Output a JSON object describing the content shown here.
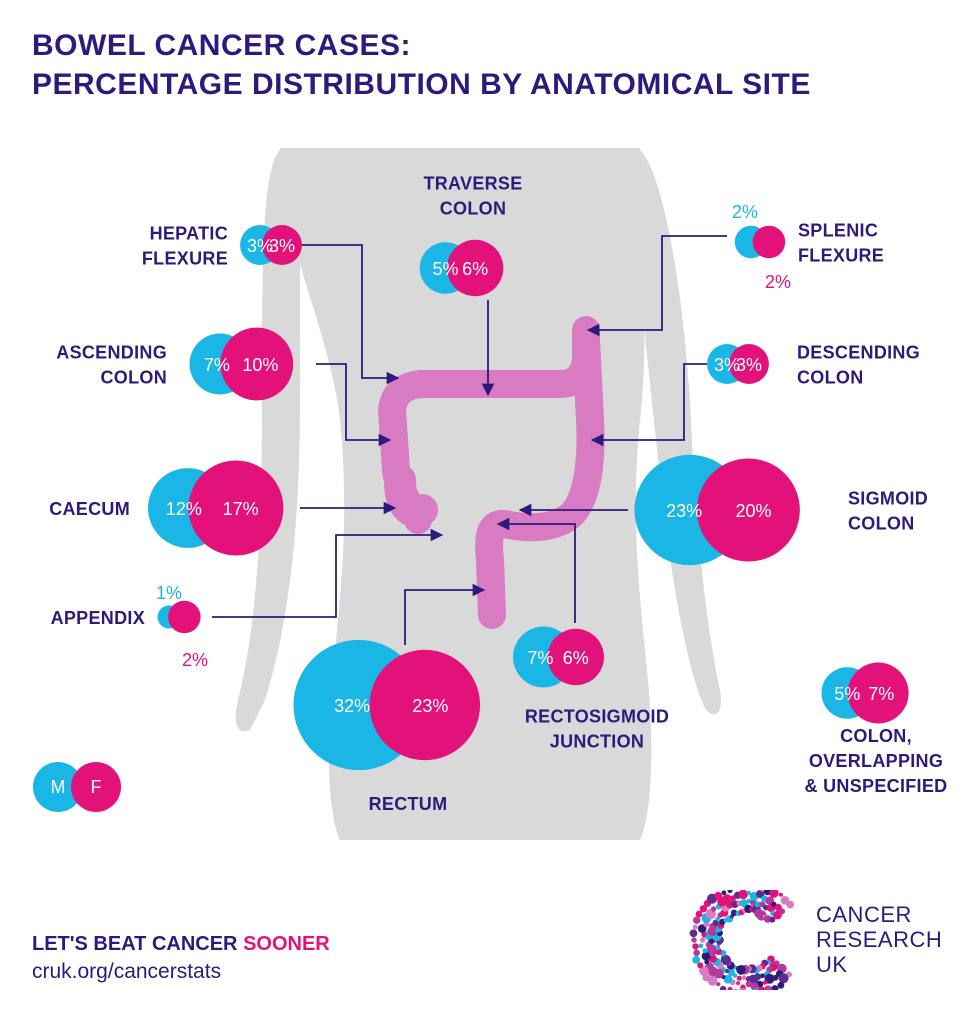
{
  "title": {
    "line1": "BOWEL CANCER CASES:",
    "line2": "PERCENTAGE DISTRIBUTION BY ANATOMICAL SITE"
  },
  "colors": {
    "title": "#2e1a7c",
    "male": "#1ab6e6",
    "female": "#e3127b",
    "body": "#d9d9d9",
    "bowel": "#d97bc3",
    "arrow": "#2e1a7c"
  },
  "legend": {
    "male": "M",
    "female": "F"
  },
  "chart_data": {
    "type": "proportional-circles",
    "unit": "%",
    "series": [
      {
        "name": "M",
        "color": "#1ab6e6"
      },
      {
        "name": "F",
        "color": "#e3127b"
      }
    ],
    "sites": [
      {
        "label": [
          "HEPATIC",
          "FLEXURE"
        ],
        "male": 3,
        "female": 3
      },
      {
        "label": [
          "TRAVERSE",
          "COLON"
        ],
        "male": 5,
        "female": 6
      },
      {
        "label": [
          "SPLENIC",
          "FLEXURE"
        ],
        "male": 2,
        "female": 2
      },
      {
        "label": [
          "ASCENDING",
          "COLON"
        ],
        "male": 7,
        "female": 10
      },
      {
        "label": [
          "DESCENDING",
          "COLON"
        ],
        "male": 3,
        "female": 3
      },
      {
        "label": [
          "CAECUM"
        ],
        "male": 12,
        "female": 17
      },
      {
        "label": [
          "SIGMOID",
          "COLON"
        ],
        "male": 23,
        "female": 20
      },
      {
        "label": [
          "APPENDIX"
        ],
        "male": 1,
        "female": 2
      },
      {
        "label": [
          "RECTOSIGMOID",
          "JUNCTION"
        ],
        "male": 7,
        "female": 6
      },
      {
        "label": [
          "RECTUM"
        ],
        "male": 32,
        "female": 23
      },
      {
        "label": [
          "COLON,",
          "OVERLAPPING",
          "& UNSPECIFIED"
        ],
        "male": 5,
        "female": 7
      }
    ]
  },
  "footer": {
    "slogan_a": "LET'S BEAT CANCER ",
    "slogan_b": "SOONER",
    "url": "cruk.org/cancerstats"
  },
  "logo": {
    "line1": "CANCER",
    "line2": "RESEARCH",
    "line3": "UK"
  }
}
